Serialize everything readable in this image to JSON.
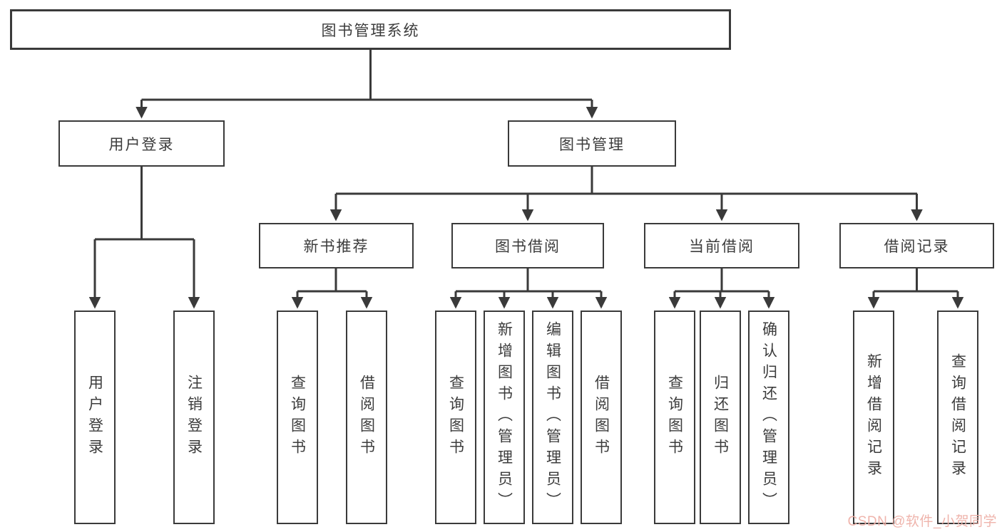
{
  "diagram": {
    "title": "图书管理系统",
    "root": {
      "label": "图书管理系统"
    },
    "level2": [
      {
        "label": "用户登录"
      },
      {
        "label": "图书管理"
      }
    ],
    "level3": [
      {
        "label": "新书推荐",
        "parent": "图书管理"
      },
      {
        "label": "图书借阅",
        "parent": "图书管理"
      },
      {
        "label": "当前借阅",
        "parent": "图书管理"
      },
      {
        "label": "借阅记录",
        "parent": "图书管理"
      }
    ],
    "leaves": [
      {
        "label": "用户登录",
        "parent": "用户登录"
      },
      {
        "label": "注销登录",
        "parent": "用户登录"
      },
      {
        "label": "查询图书",
        "parent": "新书推荐"
      },
      {
        "label": "借阅图书",
        "parent": "新书推荐"
      },
      {
        "label": "查询图书",
        "parent": "图书借阅"
      },
      {
        "label": "新增图书（管理员）",
        "parent": "图书借阅"
      },
      {
        "label": "编辑图书（管理员）",
        "parent": "图书借阅"
      },
      {
        "label": "借阅图书",
        "parent": "图书借阅"
      },
      {
        "label": "查询图书",
        "parent": "当前借阅"
      },
      {
        "label": "归还图书",
        "parent": "当前借阅"
      },
      {
        "label": "确认归还（管理员）",
        "parent": "当前借阅"
      },
      {
        "label": "新增借阅记录",
        "parent": "借阅记录"
      },
      {
        "label": "查询借阅记录",
        "parent": "借阅记录"
      }
    ],
    "watermark": "CSDN @软件_小贺同学",
    "colors": {
      "line": "#3a3a3a",
      "box_border": "#3a3a3a",
      "text": "#3c3c3c",
      "background": "#ffffff",
      "watermark": "#eeb0a8"
    }
  }
}
